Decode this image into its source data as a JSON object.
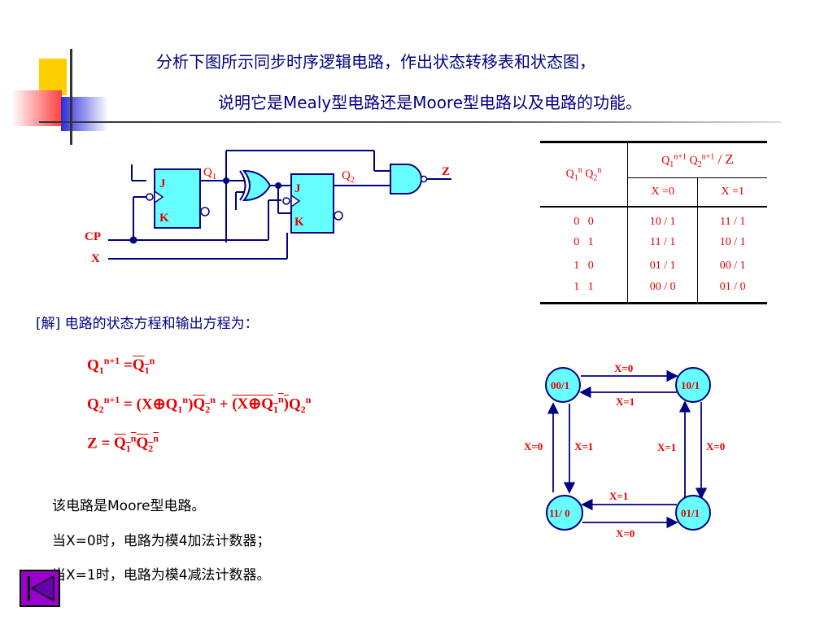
{
  "title": {
    "line1": "分析下图所示同步时序逻辑电路，作出状态转移表和状态图，",
    "line2": "说明它是Mealy型电路还是Moore型电路以及电路的功能。"
  },
  "circuit": {
    "q1": "Q",
    "q1_sub": "1",
    "q2": "Q",
    "q2_sub": "2",
    "z": "Z",
    "cp": "CP",
    "x": "X",
    "j": "J",
    "k": "K"
  },
  "table": {
    "head_state": {
      "q": "Q",
      "s1": "1",
      "sup1": "n",
      "q2": "Q",
      "s2": "2",
      "sup2": "n"
    },
    "head_next": {
      "q": "Q",
      "s1": "1",
      "sup1": "n+1",
      "q2": "Q",
      "s2": "2",
      "sup2": "n+1",
      "tail": " / Z"
    },
    "cols": [
      "X =0",
      "X =1"
    ],
    "rows": [
      {
        "state": "0   0",
        "x0": "10 / 1",
        "x1": "11 / 1"
      },
      {
        "state": "0   1",
        "x0": "11 / 1",
        "x1": "10 / 1"
      },
      {
        "state": "1   0",
        "x0": "01 / 1",
        "x1": "00 / 1"
      },
      {
        "state": "1   1",
        "x0": "00 / 0",
        "x1": "01 / 0"
      }
    ]
  },
  "solution": {
    "intro": "[解] 电路的状态方程和输出方程为："
  },
  "equations": {
    "q": "Q",
    "one": "1",
    "two": "2",
    "n": "n",
    "np1": "n+1",
    "eq_sign": "=",
    "x": "X"
  },
  "state_diagram": {
    "nodes": [
      "00/1",
      "10/1",
      "11/ 0",
      "01/1"
    ],
    "labels": {
      "top": "X=0",
      "top_inner": "X=1",
      "left_outer": "X=0",
      "left_inner": "X=1",
      "right_inner": "X=1",
      "right_outer": "X=0",
      "bottom_inner": "X=1",
      "bottom": "X=0"
    }
  },
  "conclusion": {
    "line1": "该电路是Moore型电路。",
    "line2": "当X=0时，电路为模4加法计数器；",
    "line3": "当X=1时，电路为模4减法计数器。"
  },
  "colors": {
    "title": "#000080",
    "accent": "#e60000",
    "wire": "#000080",
    "ff_fill": "#66ffff",
    "nav": "#9900cc"
  }
}
